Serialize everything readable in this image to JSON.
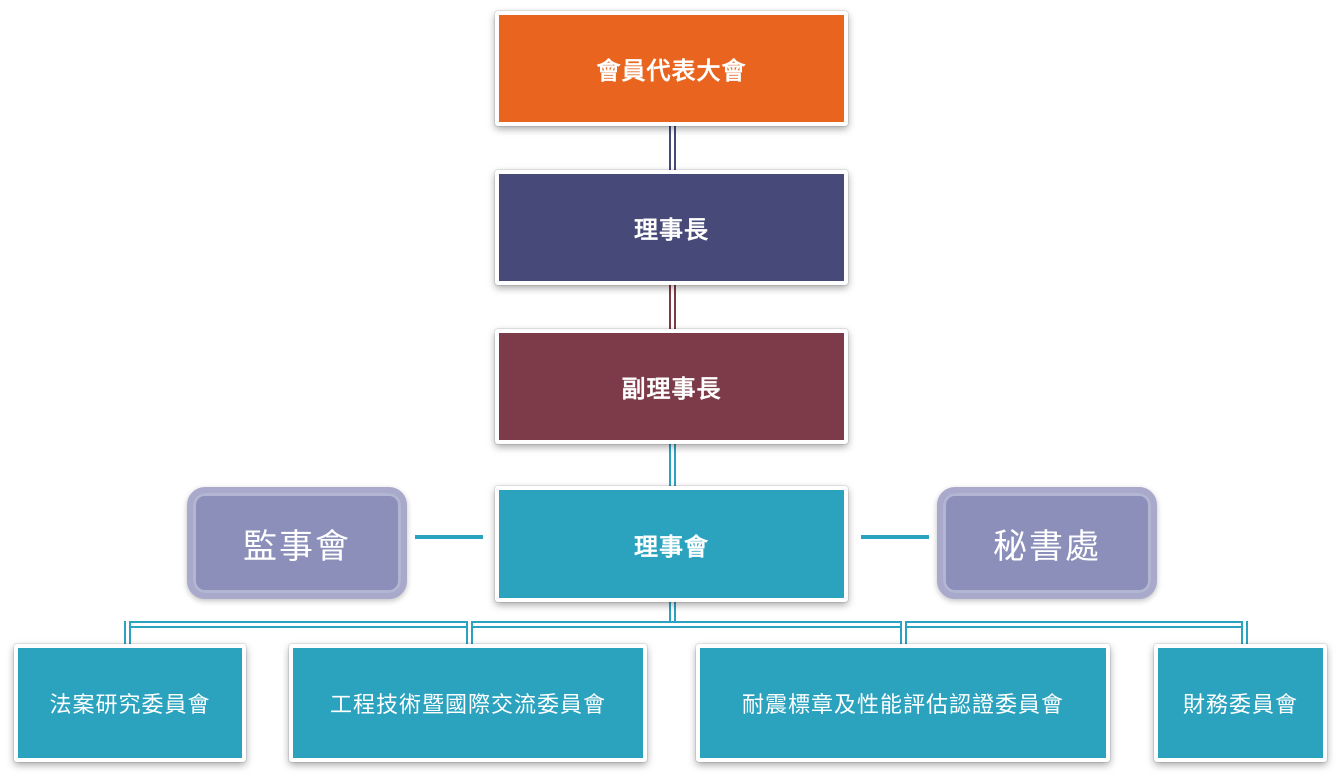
{
  "diagram": {
    "nodes": {
      "assembly": {
        "label": "會員代表大會",
        "color": "#e8641f"
      },
      "chairman": {
        "label": "理事長",
        "color": "#474a78"
      },
      "vice_chairman": {
        "label": "副理事長",
        "color": "#7d3a48"
      },
      "board": {
        "label": "理事會",
        "color": "#2ba3bf"
      },
      "supervisors": {
        "label": "監事會",
        "color": "#8b8fba"
      },
      "secretariat": {
        "label": "秘書處",
        "color": "#8b8fba"
      },
      "committees": [
        {
          "label": "法案研究委員會"
        },
        {
          "label": "工程技術暨國際交流委員會"
        },
        {
          "label": "耐震標章及性能評估認證委員會"
        },
        {
          "label": "財務委員會"
        }
      ]
    },
    "colors": {
      "committee_fill": "#2ba3bf",
      "line_dark": "#474a78",
      "line_maroon": "#7d3a48",
      "line_teal": "#2ba3bf"
    }
  }
}
